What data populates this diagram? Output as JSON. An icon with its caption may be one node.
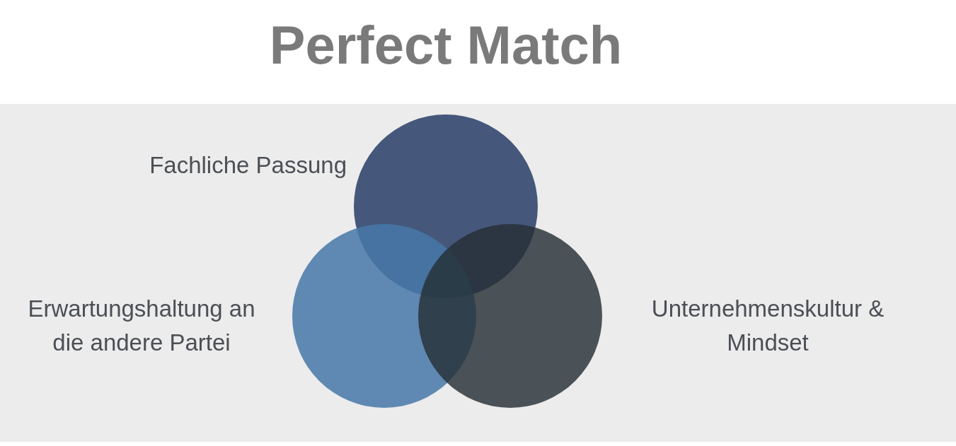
{
  "diagram": {
    "title": "Perfect Match",
    "nodes": [
      {
        "text": [],
        "shape": "circle",
        "beside": [
          "Fachliche Passung"
        ]
      },
      {
        "text": [],
        "shape": "circle",
        "beside": [
          "Erwartungshaltung an die andere Partei"
        ]
      },
      {
        "text": [],
        "shape": "circle",
        "beside": [
          "Unternehmenskultur & Mindset"
        ]
      }
    ]
  }
}
